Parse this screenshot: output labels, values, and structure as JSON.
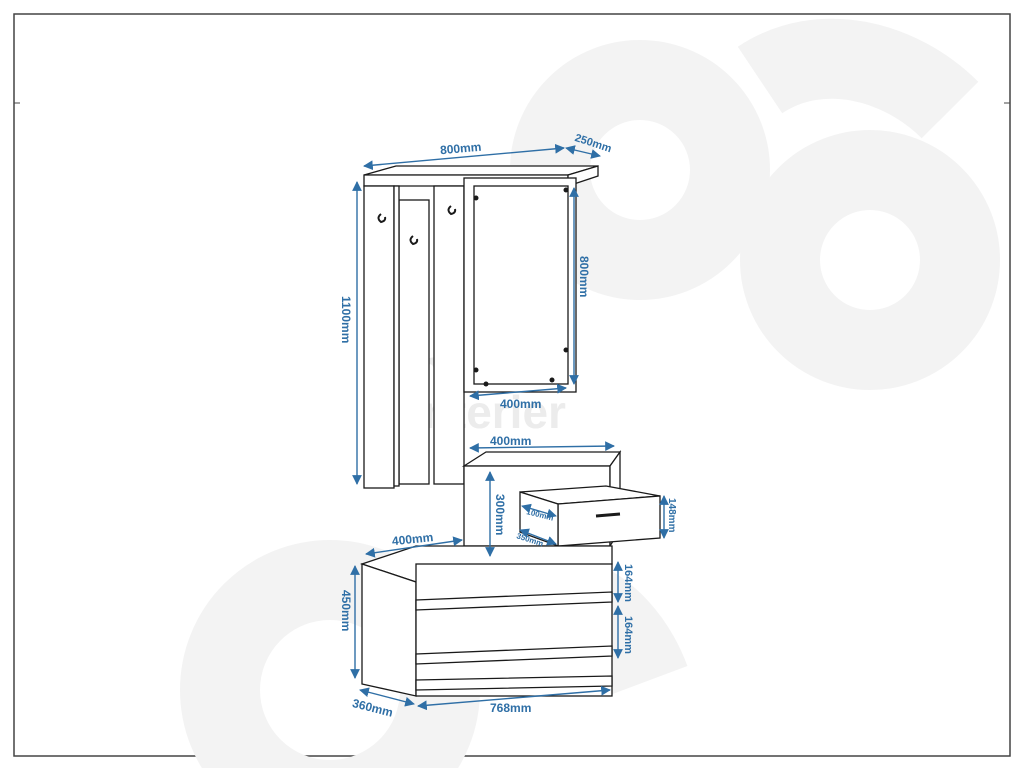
{
  "watermark": {
    "line1": "mar",
    "line2": "interier"
  },
  "colors": {
    "dimension": "#2f6fa6",
    "outline": "#1a1a1a",
    "frame": "#444444",
    "watermark": "#f2f2f2"
  },
  "dimensions": {
    "hanger_width": "800mm",
    "hanger_depth": "250mm",
    "hanger_height": "1100mm",
    "mirror_height": "800mm",
    "mirror_width": "400mm",
    "cabinet_width": "400mm",
    "cabinet_height": "300mm",
    "drawer_height": "148mm",
    "drawer_depth_inner": "100mm",
    "drawer_depth": "350mm",
    "bench_depth_label": "400mm",
    "bench_height": "450mm",
    "shelf_gap_top": "164mm",
    "shelf_gap_bottom": "164mm",
    "bench_side_depth": "360mm",
    "bench_width": "768mm"
  }
}
